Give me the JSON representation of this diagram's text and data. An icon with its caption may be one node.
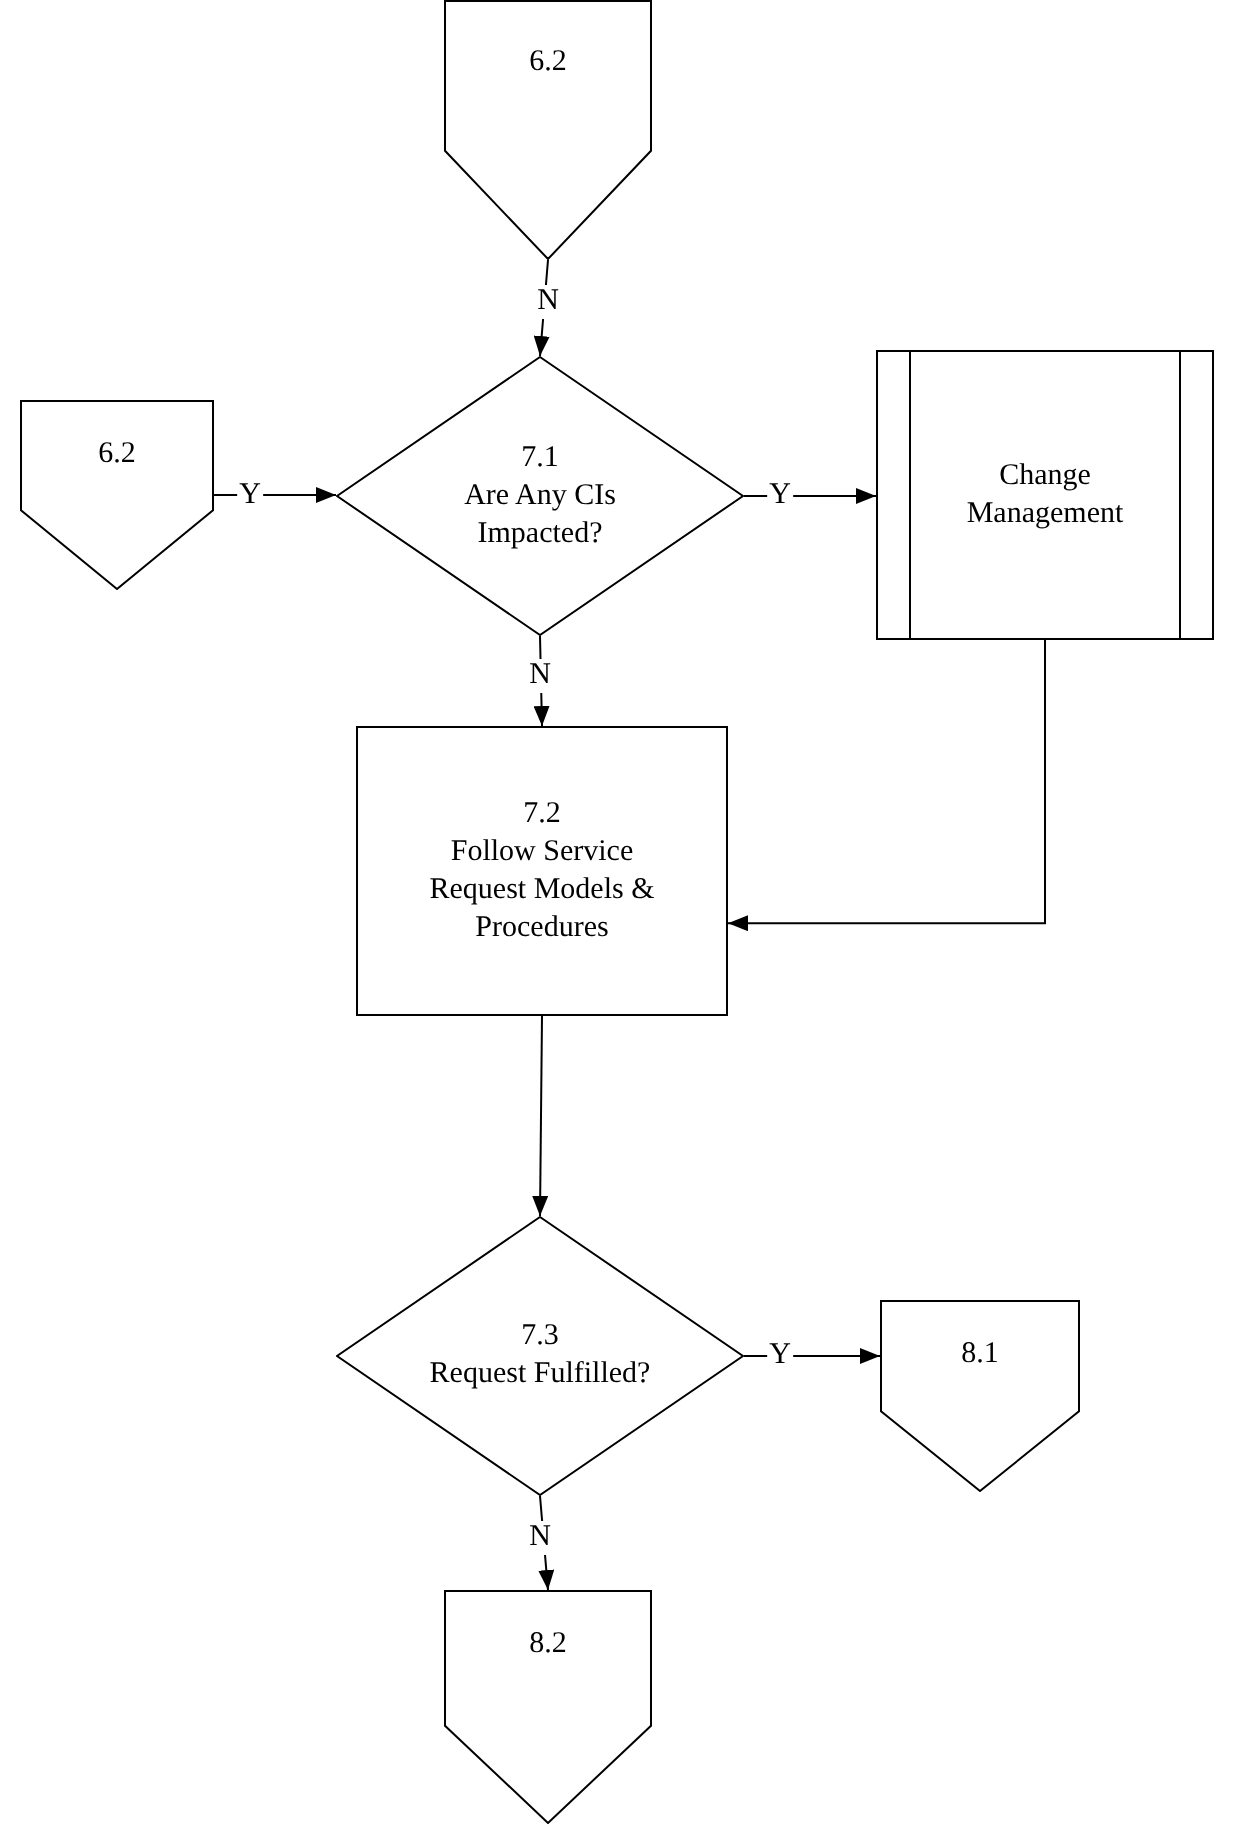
{
  "diagram": {
    "nodes": [
      {
        "text": [
          "6.2"
        ]
      },
      {
        "text": [
          "6.2"
        ]
      },
      {
        "text": [
          "7.1",
          "Are Any CIs Impacted?"
        ]
      },
      {
        "text": [
          "Change Management"
        ]
      },
      {
        "text": [
          "7.2",
          "Follow Service Request Models & Procedures"
        ]
      },
      {
        "text": [
          "7.3",
          "Request Fulfilled?"
        ]
      },
      {
        "text": [
          "8.1"
        ]
      },
      {
        "text": [
          "8.2"
        ]
      }
    ],
    "edges": [
      {
        "from": 0,
        "to": 2,
        "arrow": "to",
        "label": "N"
      },
      {
        "from": 1,
        "to": 2,
        "arrow": "to",
        "label": "Y"
      },
      {
        "from": 2,
        "to": 3,
        "arrow": "to",
        "label": "Y"
      },
      {
        "from": 2,
        "to": 4,
        "arrow": "to",
        "label": "N"
      },
      {
        "from": 3,
        "to": 4,
        "arrow": "to"
      },
      {
        "from": 4,
        "to": 5,
        "arrow": "to"
      },
      {
        "from": 5,
        "to": 6,
        "arrow": "to",
        "label": "Y"
      },
      {
        "from": 5,
        "to": 7,
        "arrow": "to",
        "label": "N"
      }
    ]
  }
}
